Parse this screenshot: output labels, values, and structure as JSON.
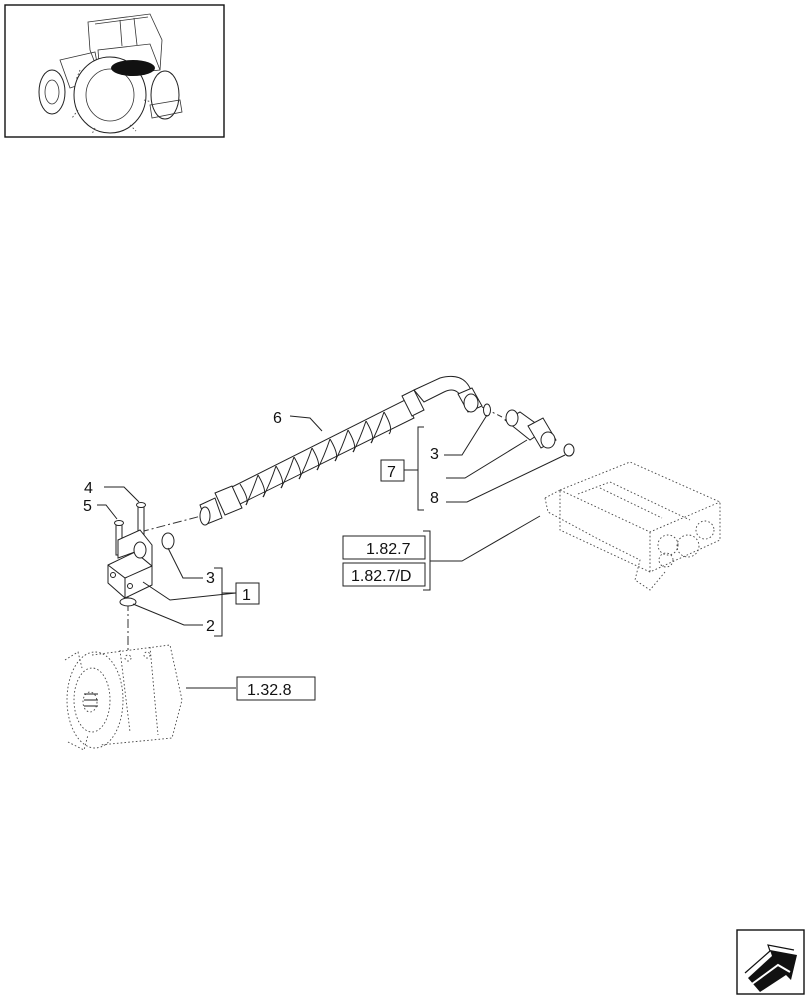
{
  "callouts": {
    "item_6": "6",
    "item_4": "4",
    "item_5": "5",
    "item_3_top": "3",
    "item_8": "8",
    "item_3_bottom": "3",
    "item_2": "2"
  },
  "boxed_refs": {
    "ref_7": "7",
    "ref_1": "1",
    "ref_1_82_7": "1.82.7",
    "ref_1_82_7_d": "1.82.7/D",
    "ref_1_32_8": "1.32.8"
  },
  "icons": {
    "thumbnail": "tractor-location-icon",
    "navigation": "next-page-arrow-icon"
  }
}
